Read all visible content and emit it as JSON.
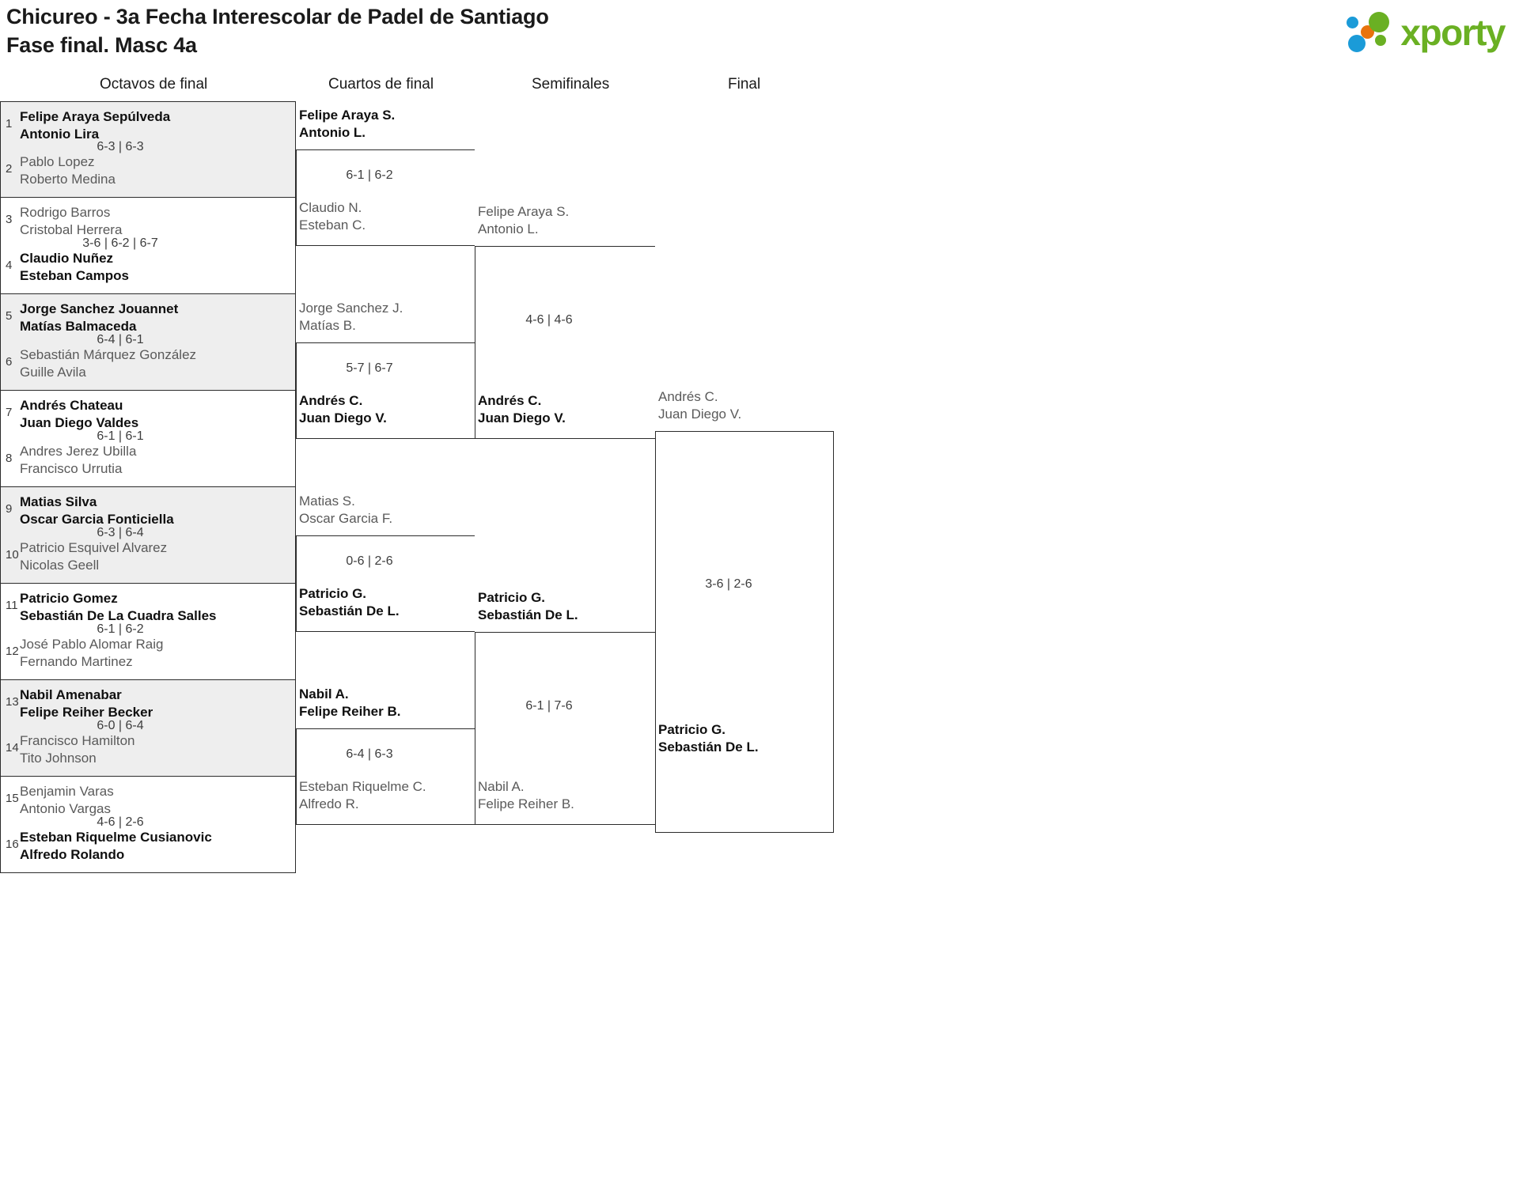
{
  "header": {
    "title_line1": "Chicureo - 3a Fecha Interescolar de Padel de Santiago",
    "title_line2": "Fase final. Masc 4a"
  },
  "logo": {
    "word": "xporty",
    "green": "#6ab023",
    "blue": "#1b9bd8",
    "orange": "#e8730c"
  },
  "rounds": [
    {
      "label": "Octavos de final"
    },
    {
      "label": "Cuartos de final"
    },
    {
      "label": "Semifinales"
    },
    {
      "label": "Final"
    }
  ],
  "round1": [
    {
      "seed": "1",
      "p1": "Felipe Araya Sepúlveda",
      "p2": "Antonio Lira",
      "winner": true,
      "score": "6-3 | 6-3"
    },
    {
      "seed": "2",
      "p1": "Pablo Lopez",
      "p2": "Roberto Medina",
      "winner": false,
      "score": ""
    },
    {
      "seed": "3",
      "p1": "Rodrigo Barros",
      "p2": "Cristobal Herrera",
      "winner": false,
      "score": "3-6 | 6-2 | 6-7"
    },
    {
      "seed": "4",
      "p1": "Claudio Nuñez",
      "p2": "Esteban Campos",
      "winner": true,
      "score": ""
    },
    {
      "seed": "5",
      "p1": "Jorge Sanchez Jouannet",
      "p2": "Matías Balmaceda",
      "winner": true,
      "score": "6-4 | 6-1"
    },
    {
      "seed": "6",
      "p1": "Sebastián Márquez González",
      "p2": "Guille Avila",
      "winner": false,
      "score": ""
    },
    {
      "seed": "7",
      "p1": "Andrés Chateau",
      "p2": "Juan Diego Valdes",
      "winner": true,
      "score": "6-1 | 6-1"
    },
    {
      "seed": "8",
      "p1": "Andres Jerez Ubilla",
      "p2": "Francisco Urrutia",
      "winner": false,
      "score": ""
    },
    {
      "seed": "9",
      "p1": "Matias Silva",
      "p2": "Oscar Garcia Fonticiella",
      "winner": true,
      "score": "6-3 | 6-4"
    },
    {
      "seed": "10",
      "p1": "Patricio Esquivel Alvarez",
      "p2": "Nicolas Geell",
      "winner": false,
      "score": ""
    },
    {
      "seed": "11",
      "p1": "Patricio Gomez",
      "p2": "Sebastián De La Cuadra Salles",
      "winner": true,
      "score": "6-1 | 6-2"
    },
    {
      "seed": "12",
      "p1": "José Pablo Alomar Raig",
      "p2": "Fernando Martinez",
      "winner": false,
      "score": ""
    },
    {
      "seed": "13",
      "p1": "Nabil Amenabar",
      "p2": "Felipe Reiher Becker",
      "winner": true,
      "score": "6-0 | 6-4"
    },
    {
      "seed": "14",
      "p1": "Francisco Hamilton",
      "p2": "Tito Johnson",
      "winner": false,
      "score": ""
    },
    {
      "seed": "15",
      "p1": "Benjamin Varas",
      "p2": "Antonio Vargas",
      "winner": false,
      "score": "4-6 | 2-6"
    },
    {
      "seed": "16",
      "p1": "Esteban Riquelme Cusianovic",
      "p2": "Alfredo Rolando",
      "winner": true,
      "score": ""
    }
  ],
  "round2": [
    {
      "p1": "Felipe Araya S.",
      "p2": "Antonio L.",
      "winner": true,
      "score": "6-1 | 6-2"
    },
    {
      "p1": "Claudio N.",
      "p2": "Esteban C.",
      "winner": false,
      "score": ""
    },
    {
      "p1": "Jorge Sanchez J.",
      "p2": "Matías B.",
      "winner": false,
      "score": "5-7 | 6-7"
    },
    {
      "p1": "Andrés C.",
      "p2": "Juan Diego V.",
      "winner": true,
      "score": ""
    },
    {
      "p1": "Matias S.",
      "p2": "Oscar Garcia F.",
      "winner": false,
      "score": "0-6 | 2-6"
    },
    {
      "p1": "Patricio G.",
      "p2": "Sebastián De L.",
      "winner": true,
      "score": ""
    },
    {
      "p1": "Nabil A.",
      "p2": "Felipe Reiher B.",
      "winner": true,
      "score": "6-4 | 6-3"
    },
    {
      "p1": "Esteban Riquelme C.",
      "p2": "Alfredo R.",
      "winner": false,
      "score": ""
    }
  ],
  "round3": [
    {
      "p1": "Felipe Araya S.",
      "p2": "Antonio L.",
      "winner": false,
      "score": "4-6 | 4-6"
    },
    {
      "p1": "Andrés C.",
      "p2": "Juan Diego V.",
      "winner": true,
      "score": ""
    },
    {
      "p1": "Patricio G.",
      "p2": "Sebastián De L.",
      "winner": true,
      "score": "6-1 | 7-6"
    },
    {
      "p1": "Nabil A.",
      "p2": "Felipe Reiher B.",
      "winner": false,
      "score": ""
    }
  ],
  "round4": [
    {
      "p1": "Andrés C.",
      "p2": "Juan Diego V.",
      "winner": false,
      "score": "3-6 | 2-6"
    },
    {
      "p1": "Patricio G.",
      "p2": "Sebastián De L.",
      "winner": true,
      "score": ""
    }
  ]
}
